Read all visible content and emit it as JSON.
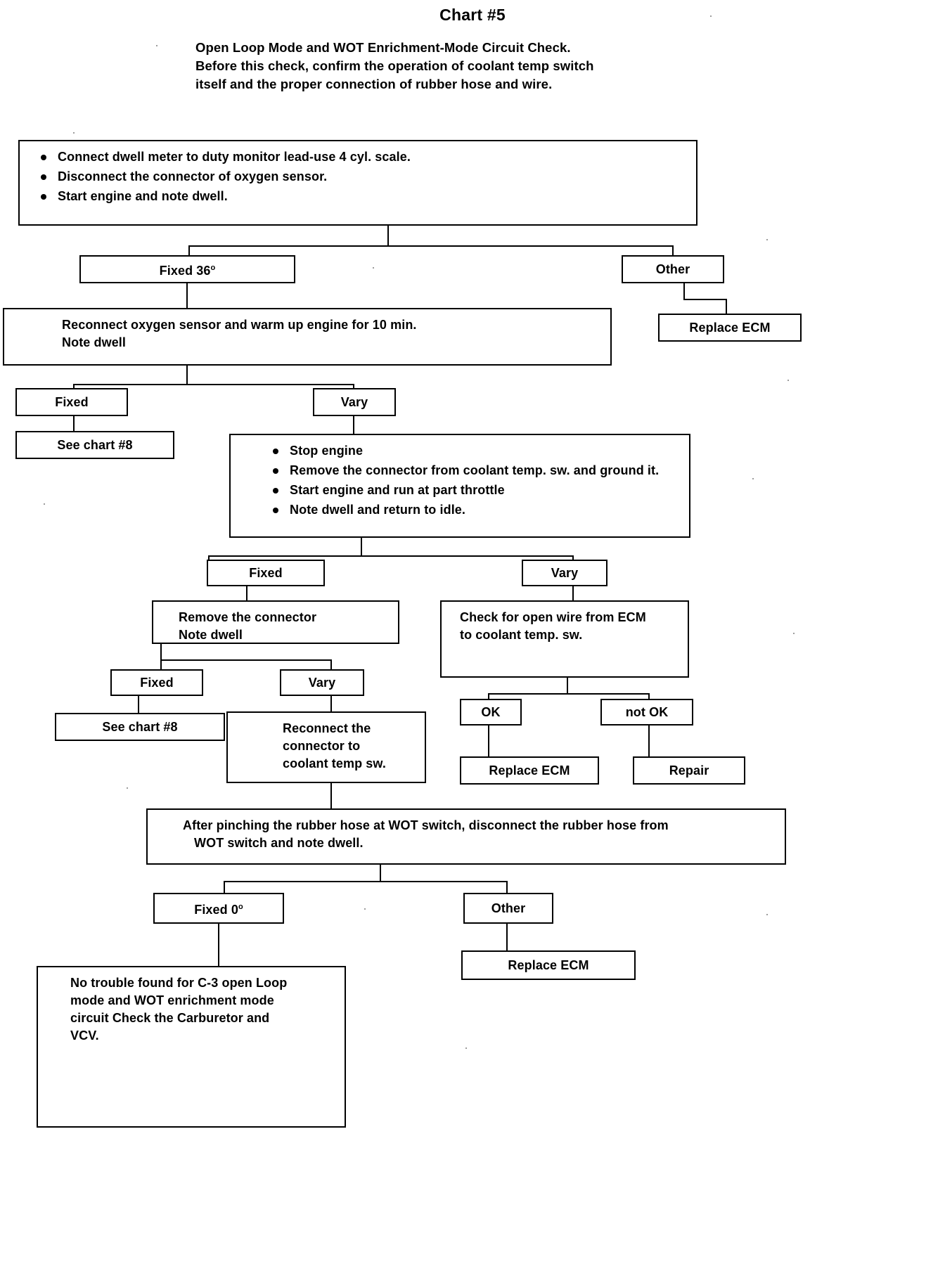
{
  "title": "Chart #5",
  "intro": {
    "line1": "Open Loop Mode and WOT Enrichment-Mode Circuit Check.",
    "line2": "Before this check, confirm the operation of coolant temp switch",
    "line3": "itself and the proper connection of rubber hose and wire."
  },
  "nodes": {
    "start": {
      "bullets": [
        "Connect dwell meter to duty monitor lead-use 4 cyl. scale.",
        "Disconnect the connector of oxygen sensor.",
        "Start engine and note dwell."
      ]
    },
    "fixed36": {
      "label": "Fixed 36",
      "degree": "o"
    },
    "other1": {
      "label": "Other"
    },
    "replace_ecm_1": {
      "label": "Replace ECM"
    },
    "reconnect_o2": {
      "line1": "Reconnect oxygen sensor and warm up engine for 10 min.",
      "line2": "Note dwell"
    },
    "fixed_a": {
      "label": "Fixed"
    },
    "vary_a": {
      "label": "Vary"
    },
    "see_chart8_a": {
      "label": "See chart #8"
    },
    "steps2": {
      "bullets": [
        "Stop engine",
        "Remove the connector from coolant temp. sw. and ground it.",
        "Start engine and run at part throttle",
        "Note dwell and return to idle."
      ]
    },
    "fixed_b": {
      "label": "Fixed"
    },
    "vary_b": {
      "label": "Vary"
    },
    "remove_connector": {
      "line1": "Remove the connector",
      "line2": "Note dwell"
    },
    "check_open_wire": {
      "line1": "Check for open wire from ECM",
      "line2": "to coolant temp. sw."
    },
    "fixed_c": {
      "label": "Fixed"
    },
    "vary_c": {
      "label": "Vary"
    },
    "ok": {
      "label": "OK"
    },
    "not_ok": {
      "label": "not  OK"
    },
    "see_chart8_b": {
      "label": "See chart #8"
    },
    "reconnect_connector": {
      "line1": "Reconnect the",
      "line2": "connector to",
      "line3": "coolant temp sw."
    },
    "replace_ecm_2": {
      "label": "Replace ECM"
    },
    "repair": {
      "label": "Repair"
    },
    "pinch_hose": {
      "line1": "After pinching the rubber hose at WOT switch, disconnect the rubber hose from",
      "line2": "WOT switch and note dwell."
    },
    "fixed0": {
      "label": "Fixed 0",
      "degree": "o"
    },
    "other2": {
      "label": "Other"
    },
    "replace_ecm_3": {
      "label": "Replace ECM"
    },
    "no_trouble": {
      "line1": "No trouble found for C-3 open Loop",
      "line2": "mode and WOT enrichment mode",
      "line3": "circuit Check the Carburetor and",
      "line4": "VCV."
    }
  },
  "chart_data": {
    "type": "table",
    "title": "Chart #5 - Open Loop Mode and WOT Enrichment-Mode Circuit Check",
    "flow": [
      {
        "id": "start",
        "kind": "process",
        "text": "Connect dwell meter to duty monitor lead-use 4 cyl. scale. / Disconnect the connector of oxygen sensor. / Start engine and note dwell.",
        "children": [
          "fixed36",
          "other1"
        ]
      },
      {
        "id": "fixed36",
        "kind": "decision-result",
        "text": "Fixed 36°",
        "children": [
          "reconnect_o2"
        ]
      },
      {
        "id": "other1",
        "kind": "decision-result",
        "text": "Other",
        "children": [
          "replace_ecm_1"
        ]
      },
      {
        "id": "replace_ecm_1",
        "kind": "terminal",
        "text": "Replace ECM",
        "children": []
      },
      {
        "id": "reconnect_o2",
        "kind": "process",
        "text": "Reconnect oxygen sensor and warm up engine for 10 min. Note dwell",
        "children": [
          "fixed_a",
          "vary_a"
        ]
      },
      {
        "id": "fixed_a",
        "kind": "decision-result",
        "text": "Fixed",
        "children": [
          "see_chart8_a"
        ]
      },
      {
        "id": "see_chart8_a",
        "kind": "terminal",
        "text": "See chart #8",
        "children": []
      },
      {
        "id": "vary_a",
        "kind": "decision-result",
        "text": "Vary",
        "children": [
          "steps2"
        ]
      },
      {
        "id": "steps2",
        "kind": "process",
        "text": "Stop engine / Remove the connector from coolant temp. sw. and ground it. / Start engine and run at part throttle / Note dwell and return to idle.",
        "children": [
          "fixed_b",
          "vary_b"
        ]
      },
      {
        "id": "fixed_b",
        "kind": "decision-result",
        "text": "Fixed",
        "children": [
          "remove_connector"
        ]
      },
      {
        "id": "vary_b",
        "kind": "decision-result",
        "text": "Vary",
        "children": [
          "check_open_wire"
        ]
      },
      {
        "id": "remove_connector",
        "kind": "process",
        "text": "Remove the connector Note dwell",
        "children": [
          "fixed_c",
          "vary_c"
        ]
      },
      {
        "id": "check_open_wire",
        "kind": "process",
        "text": "Check for open wire from ECM to coolant temp. sw.",
        "children": [
          "ok",
          "not_ok"
        ]
      },
      {
        "id": "fixed_c",
        "kind": "decision-result",
        "text": "Fixed",
        "children": [
          "see_chart8_b"
        ]
      },
      {
        "id": "vary_c",
        "kind": "decision-result",
        "text": "Vary",
        "children": [
          "reconnect_connector"
        ]
      },
      {
        "id": "see_chart8_b",
        "kind": "terminal",
        "text": "See chart #8",
        "children": []
      },
      {
        "id": "ok",
        "kind": "decision-result",
        "text": "OK",
        "children": [
          "replace_ecm_2"
        ]
      },
      {
        "id": "not_ok",
        "kind": "decision-result",
        "text": "not OK",
        "children": [
          "repair"
        ]
      },
      {
        "id": "replace_ecm_2",
        "kind": "terminal",
        "text": "Replace ECM",
        "children": []
      },
      {
        "id": "repair",
        "kind": "terminal",
        "text": "Repair",
        "children": []
      },
      {
        "id": "reconnect_connector",
        "kind": "process",
        "text": "Reconnect the connector to coolant temp sw.",
        "children": [
          "pinch_hose"
        ]
      },
      {
        "id": "pinch_hose",
        "kind": "process",
        "text": "After pinching the rubber hose at WOT switch, disconnect the rubber hose from WOT switch and note dwell.",
        "children": [
          "fixed0",
          "other2"
        ]
      },
      {
        "id": "fixed0",
        "kind": "decision-result",
        "text": "Fixed 0°",
        "children": [
          "no_trouble"
        ]
      },
      {
        "id": "other2",
        "kind": "decision-result",
        "text": "Other",
        "children": [
          "replace_ecm_3"
        ]
      },
      {
        "id": "replace_ecm_3",
        "kind": "terminal",
        "text": "Replace ECM",
        "children": []
      },
      {
        "id": "no_trouble",
        "kind": "terminal",
        "text": "No trouble found for C-3 open Loop mode and WOT enrichment mode circuit Check the Carburetor and VCV.",
        "children": []
      }
    ]
  }
}
